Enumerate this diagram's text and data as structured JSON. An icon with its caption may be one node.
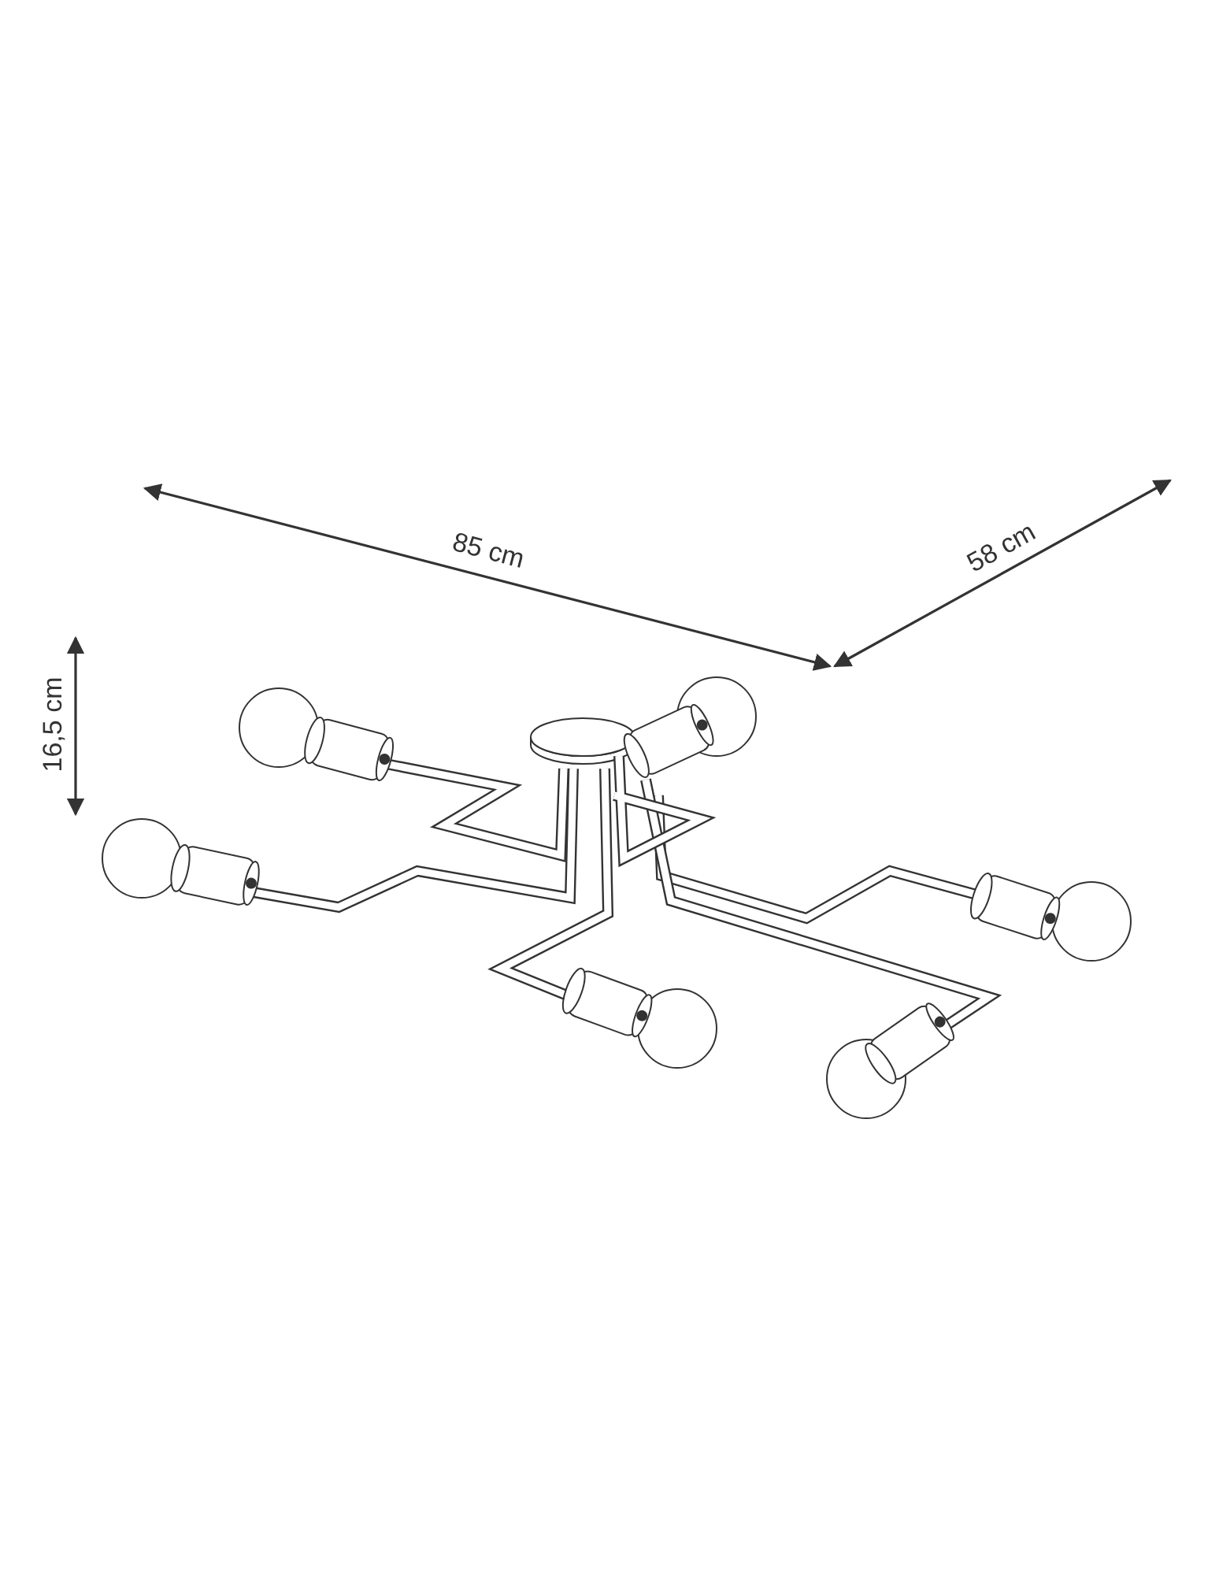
{
  "diagram": {
    "labels": [
      "85 cm",
      "58 cm",
      "16,5 cm"
    ]
  }
}
